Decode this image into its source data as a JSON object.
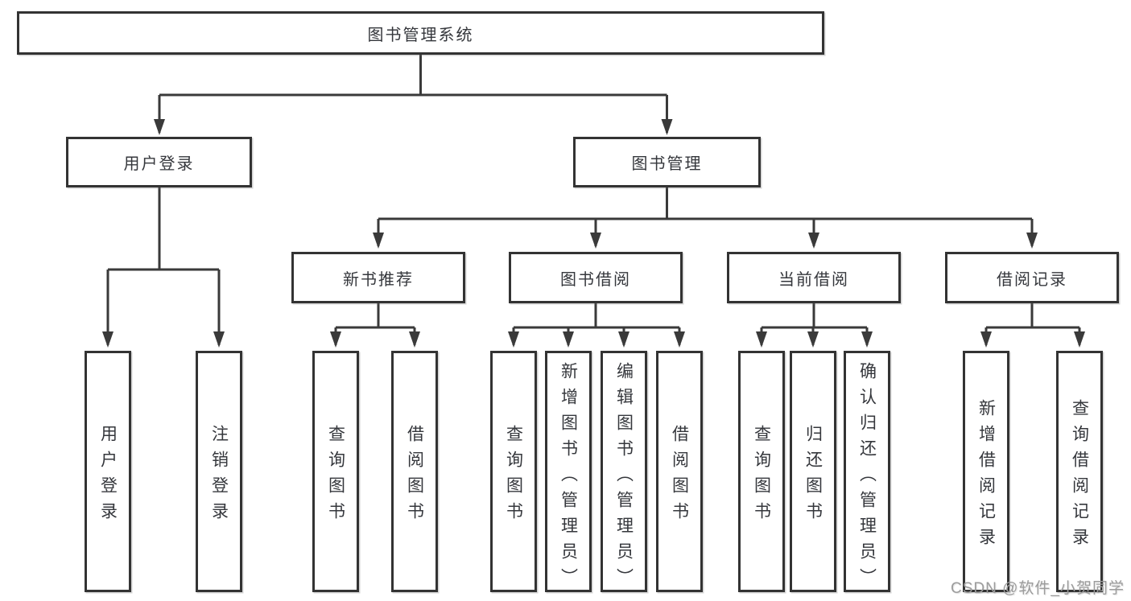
{
  "tree": {
    "root": {
      "label": "图书管理系统",
      "children": [
        {
          "label": "用户登录",
          "children": [
            {
              "label": "用户登录"
            },
            {
              "label": "注销登录"
            }
          ]
        },
        {
          "label": "图书管理",
          "children": [
            {
              "label": "新书推荐",
              "children": [
                {
                  "label": "查询图书"
                },
                {
                  "label": "借阅图书"
                }
              ]
            },
            {
              "label": "图书借阅",
              "children": [
                {
                  "label": "查询图书"
                },
                {
                  "label": "新增图书（管理员）"
                },
                {
                  "label": "编辑图书（管理员）"
                },
                {
                  "label": "借阅图书"
                }
              ]
            },
            {
              "label": "当前借阅",
              "children": [
                {
                  "label": "查询图书"
                },
                {
                  "label": "归还图书"
                },
                {
                  "label": "确认归还（管理员）"
                }
              ]
            },
            {
              "label": "借阅记录",
              "children": [
                {
                  "label": "新增借阅记录"
                },
                {
                  "label": "查询借阅记录"
                }
              ]
            }
          ]
        }
      ]
    }
  },
  "watermark": {
    "text": "CSDN @软件_小贺同学"
  },
  "colors": {
    "line": "#3a3a3a",
    "box_border": "#333333",
    "text": "#35373c",
    "watermark": "#9c9c9c",
    "background": "#ffffff"
  }
}
